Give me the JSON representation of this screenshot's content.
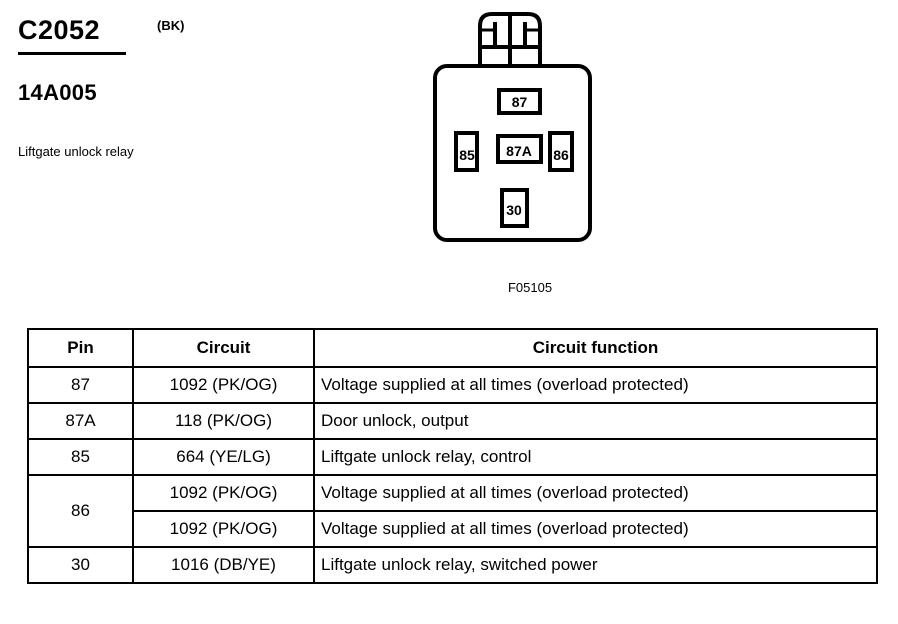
{
  "header": {
    "connector_id": "C2052",
    "color_code": "(BK)",
    "part_number": "14A005",
    "component_name": "Liftgate unlock relay"
  },
  "illustration": {
    "caption": "F05105",
    "pins": [
      {
        "label": "87",
        "position": "top"
      },
      {
        "label": "85",
        "position": "left"
      },
      {
        "label": "87A",
        "position": "center"
      },
      {
        "label": "86",
        "position": "right"
      },
      {
        "label": "30",
        "position": "bottom"
      }
    ]
  },
  "table": {
    "headers": [
      "Pin",
      "Circuit",
      "Circuit function"
    ],
    "rows": [
      {
        "pin": "87",
        "rowspan": 1,
        "circuit": "1092 (PK/OG)",
        "function": "Voltage supplied at all times (overload protected)"
      },
      {
        "pin": "87A",
        "rowspan": 1,
        "circuit": "118 (PK/OG)",
        "function": "Door unlock, output"
      },
      {
        "pin": "85",
        "rowspan": 1,
        "circuit": "664 (YE/LG)",
        "function": "Liftgate unlock relay, control"
      },
      {
        "pin": "86",
        "rowspan": 2,
        "circuit": "1092 (PK/OG)",
        "function": "Voltage supplied at all times (overload protected)"
      },
      {
        "pin": null,
        "rowspan": 0,
        "circuit": "1092 (PK/OG)",
        "function": "Voltage supplied at all times (overload protected)"
      },
      {
        "pin": "30",
        "rowspan": 1,
        "circuit": "1016 (DB/YE)",
        "function": "Liftgate unlock relay, switched power"
      }
    ]
  },
  "colors": {
    "ink": "#000000",
    "paper": "#ffffff"
  }
}
